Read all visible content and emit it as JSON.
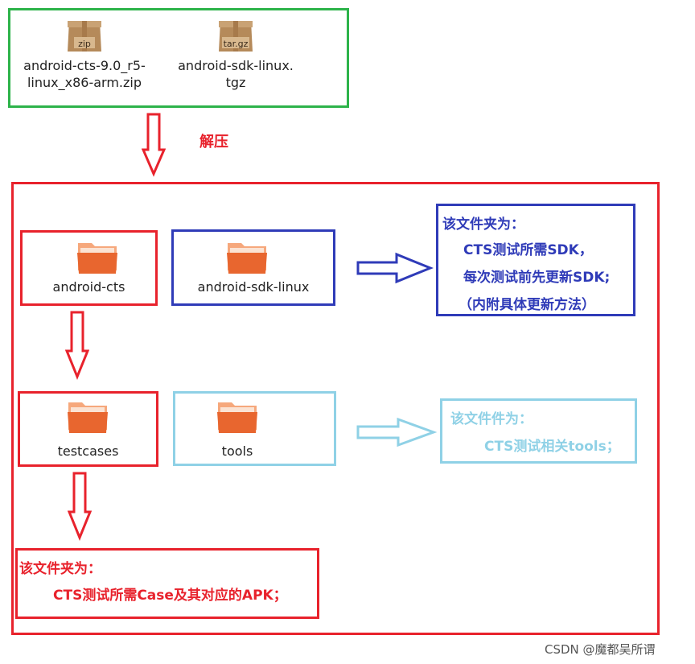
{
  "archives": [
    {
      "icon": "archive-icon",
      "badge": "zip",
      "name_line1": "android-cts-9.0_r5-",
      "name_line2": "linux_x86-arm.zip"
    },
    {
      "icon": "archive-icon",
      "badge": "tar.gz",
      "name_line1": "android-sdk-linux.",
      "name_line2": "tgz"
    }
  ],
  "extract_label": "解压",
  "folders": {
    "android_cts": "android-cts",
    "android_sdk_linux": "android-sdk-linux",
    "testcases": "testcases",
    "tools": "tools"
  },
  "notes": {
    "sdk": {
      "title": "该文件夹为：",
      "lines": [
        "CTS测试所需SDK，",
        "每次测试前先更新SDK;",
        "（内附具体更新方法）"
      ]
    },
    "tools": {
      "title": "该文件件为：",
      "lines": [
        "CTS测试相关tools；"
      ]
    },
    "testcases": {
      "title": "该文件夹为：",
      "lines": [
        "CTS测试所需Case及其对应的APK；"
      ]
    }
  },
  "colors": {
    "green": "#2db34a",
    "red": "#e8222c",
    "blue": "#2f3bb8",
    "lightblue": "#8fd1e6",
    "folder_top": "#f6a87c",
    "folder_body": "#e8662f"
  },
  "watermark": "CSDN @魔都吴所谓"
}
